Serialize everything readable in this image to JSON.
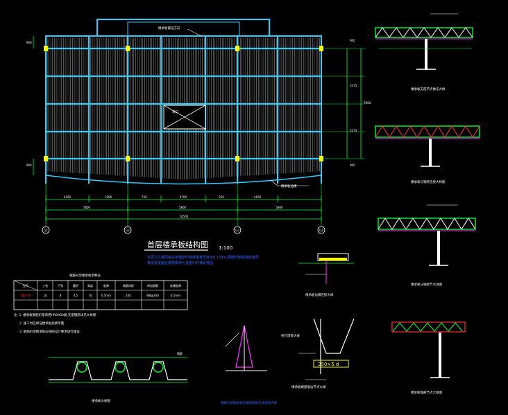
{
  "plan": {
    "title": "首层楼承板结构图",
    "scale": "1:100",
    "notes_red": [
      "本层次之楼层板采用钢筋桁架楼承板厚度为0.100m,钢筋桁架楼承板板厚",
      "楼承板支座处钢筋需伸入支座内并满足锚固"
    ],
    "opening_label": "洞口",
    "top_label": "楼承板铺设方向",
    "edge_label": "楼承板边模",
    "axis_labels": [
      "G1",
      "G2",
      "G3",
      "G4"
    ],
    "dim_bottom_1": [
      "4100",
      "1900",
      "750",
      "4700",
      "350",
      "4100"
    ],
    "dim_bottom_2": [
      "5800",
      "5800",
      "5800"
    ],
    "dim_total": "16500",
    "dim_right": [
      "900",
      "3275",
      "3275",
      "900"
    ],
    "dim_right_total": "7800"
  },
  "table": {
    "title": "钢筋桁架楼承板参数表",
    "headers": [
      "型号",
      "上弦",
      "下弦",
      "腹杆",
      "高度",
      "板厚",
      "钢筋间距",
      "附加钢筋",
      "底模板厚"
    ],
    "row": [
      "TD3-70",
      "10",
      "8",
      "4.5",
      "70",
      "0.5mm",
      "200",
      "Φ8@200",
      "0.5mm"
    ]
  },
  "notes": [
    "注: 1. 楼承板钢筋桁架采用HRB400级,支座钢筋详见大样图.",
    "2. 施工时应保证楼承板底模平整.",
    "3. 钢筋桁架楼承板应按照设计要求进行铺设."
  ],
  "details": {
    "d1": "楼承板支座节点做法大样",
    "d2": "楼承板与钢梁连接大样图",
    "d3": "楼承板与钢梁节点详图",
    "d4": "楼承板端部节点大样图",
    "d5": "楼承板边模连接大样",
    "d6": "楼承板大样图",
    "d7": "栓钉焊接大样",
    "d8": "楼承板端部收边节点大样",
    "d9_blue": "钢筋桁架楼承板与钢梁焊接方式说明大样",
    "plate_label": "350×5 d",
    "rebar_label": "钢筋"
  },
  "colors": {
    "bg": "#000000",
    "cyan": "#33ccff",
    "green": "#00ff33",
    "white": "#ffffff",
    "red": "#ff3333",
    "yellow": "#ffff00",
    "blue": "#3366ff",
    "magenta": "#ff33ff",
    "grey": "#aaaaaa"
  }
}
